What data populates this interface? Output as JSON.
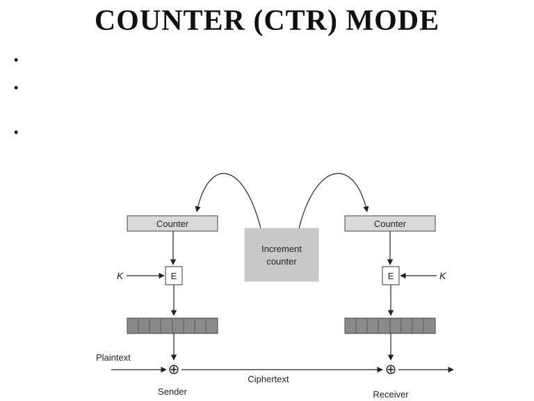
{
  "slide": {
    "title": "COUNTER (CTR) MODE",
    "bullets": [
      "",
      "",
      ""
    ]
  },
  "diagram": {
    "sender_counter": "Counter",
    "receiver_counter": "Counter",
    "increment_line1": "Increment",
    "increment_line2": "counter",
    "encrypt_left": "E",
    "encrypt_right": "E",
    "key_left": "K",
    "key_right": "K",
    "plaintext": "Plaintext",
    "ciphertext": "Ciphertext",
    "sender": "Sender",
    "receiver": "Receiver",
    "xor_symbol": "⊕",
    "bullet_symbol": "•",
    "colors": {
      "box_fill": "#d9d9d9",
      "increment_fill": "#c8c8c8",
      "keystream_fill": "#8a8a8a"
    }
  }
}
